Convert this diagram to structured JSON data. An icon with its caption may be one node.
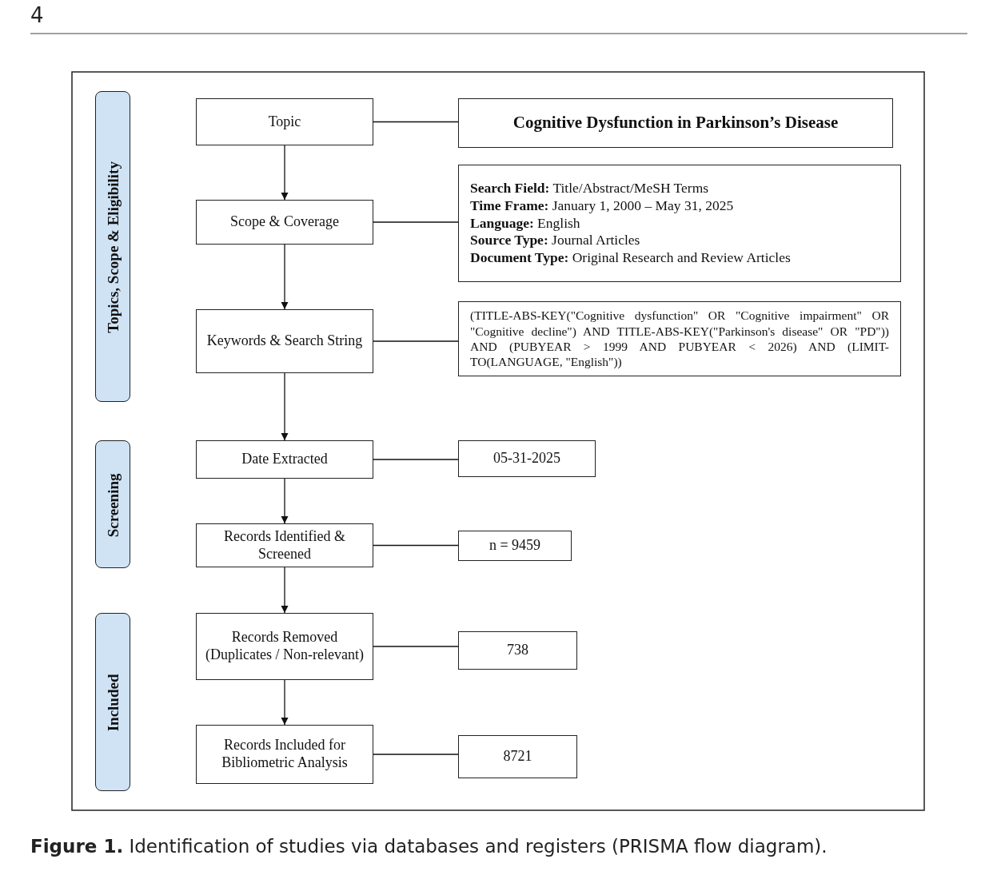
{
  "diagram": {
    "caption": "**Figure 1.** Identification of studies via databases and registers (PRISMA flow diagram).",
    "nodes": [
      {
        "text": [
          "Topics, Scope & Eligibility"
        ]
      },
      {
        "text": [
          "Screening"
        ]
      },
      {
        "text": [
          "Included"
        ]
      },
      {
        "text": [
          "Topic"
        ]
      },
      {
        "text": [
          "Cognitive Dysfunction in Parkinson’s Disease"
        ]
      },
      {
        "text": [
          "Scope & Coverage"
        ]
      },
      {
        "text": [
          "**Search Field:** Title/Abstract/MeSH Terms",
          "**Time Frame:** January 1, 2000 – May 31, 2025",
          "**Language:** English",
          "**Source Type:** Journal Articles",
          "**Document Type:** Original Research and Review Articles"
        ]
      },
      {
        "text": [
          "Keywords & Search String"
        ]
      },
      {
        "text": [
          "(TITLE-ABS-KEY(\"Cognitive dysfunction\" OR \"Cognitive impairment\" OR \"Cognitive decline\") AND TITLE-ABS-KEY(\"Parkinson's disease\" OR \"PD\")) AND (PUBYEAR > 1999 AND PUBYEAR < 2026) AND (LIMIT-TO(LANGUAGE, \"English\"))"
        ]
      },
      {
        "text": [
          "Date Extracted"
        ]
      },
      {
        "text": [
          "05-31-2025"
        ]
      },
      {
        "text": [
          "Records Identified & Screened"
        ]
      },
      {
        "text": [
          "n = 9459"
        ]
      },
      {
        "text": [
          "Records Removed (Duplicates / Non-relevant)"
        ]
      },
      {
        "text": [
          "738"
        ]
      },
      {
        "text": [
          "Records Included for Bibliometric Analysis"
        ]
      },
      {
        "text": [
          "8721"
        ]
      }
    ],
    "edges": [
      {
        "from": 3,
        "to": 5,
        "arrow": "to"
      },
      {
        "from": 5,
        "to": 7,
        "arrow": "to"
      },
      {
        "from": 7,
        "to": 9,
        "arrow": "to"
      },
      {
        "from": 9,
        "to": 11,
        "arrow": "to"
      },
      {
        "from": 11,
        "to": 13,
        "arrow": "to"
      },
      {
        "from": 13,
        "to": 15,
        "arrow": "to"
      },
      {
        "from": 3,
        "to": 4,
        "arrow": "none"
      },
      {
        "from": 5,
        "to": 6,
        "arrow": "none"
      },
      {
        "from": 7,
        "to": 8,
        "arrow": "none"
      },
      {
        "from": 9,
        "to": 10,
        "arrow": "none"
      },
      {
        "from": 11,
        "to": 12,
        "arrow": "none"
      },
      {
        "from": 13,
        "to": 14,
        "arrow": "none"
      },
      {
        "from": 15,
        "to": 16,
        "arrow": "none"
      }
    ],
    "labels": [
      "4"
    ]
  }
}
